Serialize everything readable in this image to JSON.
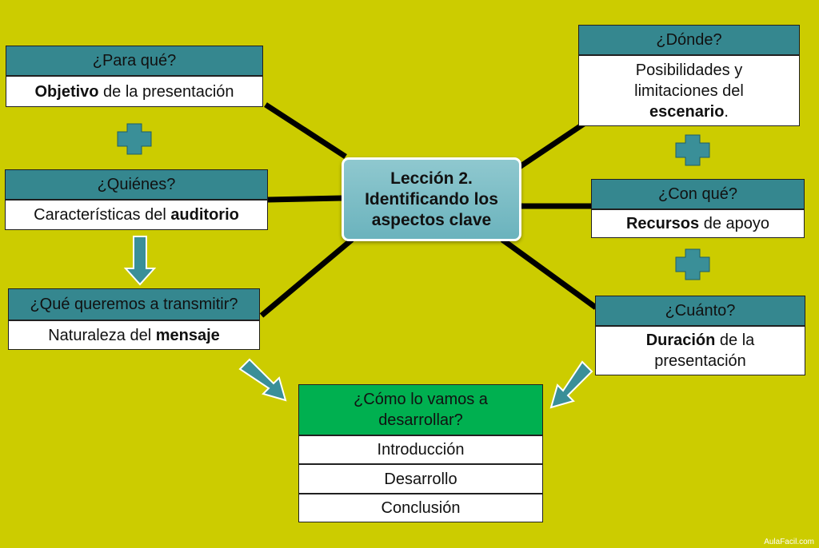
{
  "center": {
    "line1": "Lección 2.",
    "line2": "Identificando los",
    "line3": "aspectos clave"
  },
  "boxes": {
    "para_que": {
      "header": "¿Para qué?",
      "body_bold": "Objetivo",
      "body_rest": " de la presentación"
    },
    "quienes": {
      "header": "¿Quiénes?",
      "body_pre": "Características del ",
      "body_bold": "auditorio"
    },
    "que_transmitir": {
      "header": "¿Qué queremos a transmitir?",
      "body_pre": "Naturaleza del ",
      "body_bold": "mensaje"
    },
    "donde": {
      "header": "¿Dónde?",
      "line1": "Posibilidades y",
      "line2": "limitaciones del",
      "line3_bold": "escenario",
      "line3_rest": "."
    },
    "con_que": {
      "header": "¿Con qué?",
      "body_bold": "Recursos",
      "body_rest": " de apoyo"
    },
    "cuanto": {
      "header": "¿Cuánto?",
      "line1_bold": "Duración",
      "line1_rest": " de la",
      "line2": "presentación"
    },
    "como": {
      "header_line1": "¿Cómo lo vamos a",
      "header_line2": "desarrollar?",
      "rows": [
        "Introducción",
        "Desarrollo",
        "Conclusión"
      ]
    }
  },
  "credit": "AulaFacil.com",
  "colors": {
    "background": "#cccc00",
    "header": "#35878f",
    "green_header": "#00b050",
    "center_fill": "#7dbdc6",
    "icon": "#3a8f98"
  }
}
